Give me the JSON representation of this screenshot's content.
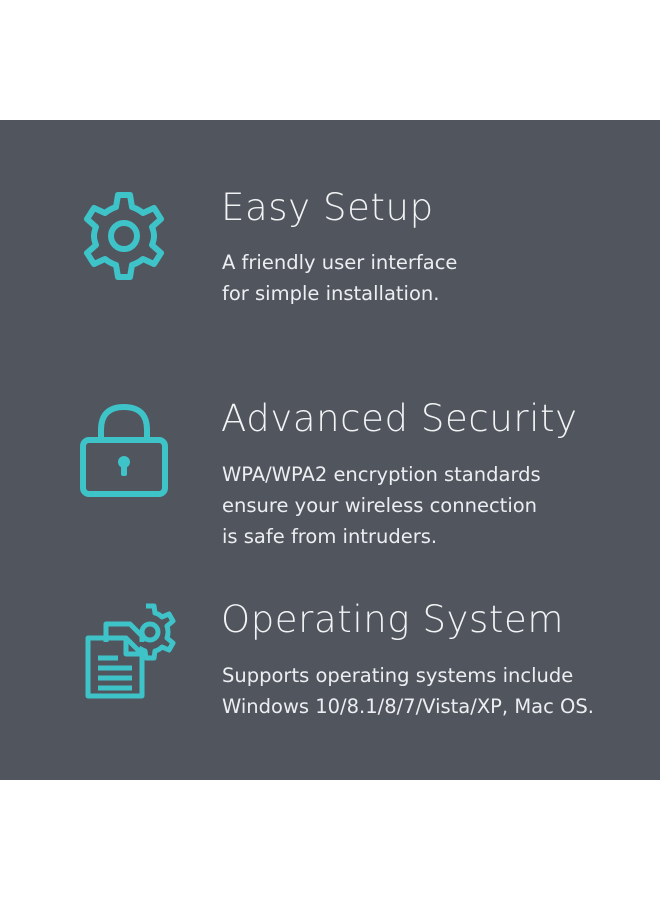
{
  "accent_color": "#3ec3c9",
  "background_color": "#51555e",
  "features": [
    {
      "icon": "gear-icon",
      "title": "Easy Setup",
      "lines": [
        "A friendly user interface",
        "for simple installation."
      ]
    },
    {
      "icon": "padlock-icon",
      "title": "Advanced Security",
      "lines": [
        "WPA/WPA2 encryption standards",
        "ensure your wireless connection",
        "is safe from intruders."
      ]
    },
    {
      "icon": "document-gear-icon",
      "title": "Operating System",
      "lines": [
        "Supports operating systems include",
        "Windows 10/8.1/8/7/Vista/XP, Mac OS."
      ]
    }
  ]
}
